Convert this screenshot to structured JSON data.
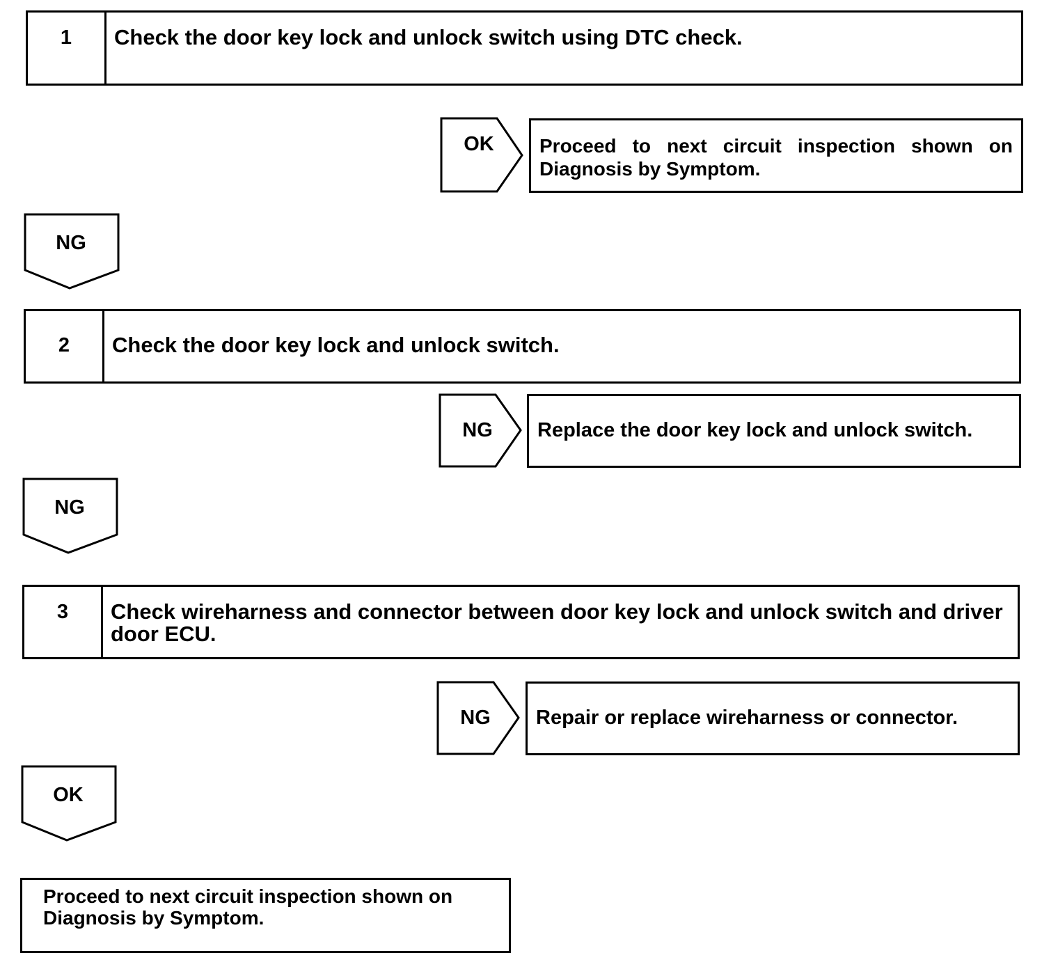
{
  "steps": [
    {
      "number": "1",
      "text": "Check the door key lock and unlock switch using DTC check."
    },
    {
      "number": "2",
      "text": "Check the door key lock and unlock switch."
    },
    {
      "number": "3",
      "text": "Check wireharness and connector between door key lock and unlock switch and driver door ECU."
    }
  ],
  "side_branches": [
    {
      "label": "OK",
      "result": "Proceed to next circuit inspection shown on Diagnosis by Symptom."
    },
    {
      "label": "NG",
      "result": "Replace the door key lock and unlock switch."
    },
    {
      "label": "NG",
      "result": "Repair or replace wireharness or connector."
    }
  ],
  "down_arrows": [
    "NG",
    "NG",
    "OK"
  ],
  "final_result": {
    "line1": "Proceed to next circuit inspection shown on",
    "line2": "Diagnosis by Symptom."
  }
}
